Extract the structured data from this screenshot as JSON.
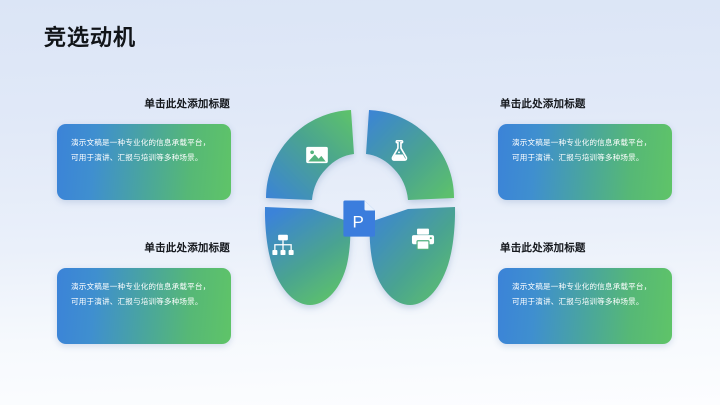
{
  "slide": {
    "title": "竞选动机",
    "background_top_color": "#dbe5f6",
    "background_bottom_color": "#fcfdff"
  },
  "theme": {
    "gradient_start": "#3b83d8",
    "gradient_end": "#5fc468",
    "center_icon_color": "#3b7ddd",
    "heading_color": "#15181d",
    "body_text_color": "#ffffff"
  },
  "items": [
    {
      "id": "top-left",
      "heading": "单击此处添加标题",
      "body": "演示文稿是一种专业化的信息承载平台，可用于演讲、汇报与培训等多种场景。",
      "icon": "image-icon"
    },
    {
      "id": "top-right",
      "heading": "单击此处添加标题",
      "body": "演示文稿是一种专业化的信息承载平台，可用于演讲、汇报与培训等多种场景。",
      "icon": "flask-icon"
    },
    {
      "id": "bottom-left",
      "heading": "单击此处添加标题",
      "body": "演示文稿是一种专业化的信息承载平台，可用于演讲、汇报与培训等多种场景。",
      "icon": "org-chart-icon"
    },
    {
      "id": "bottom-right",
      "heading": "单击此处添加标题",
      "body": "演示文稿是一种专业化的信息承载平台，可用于演讲、汇报与培训等多种场景。",
      "icon": "printer-icon"
    }
  ],
  "center": {
    "icon": "powerpoint-file-icon",
    "letter": "P"
  }
}
